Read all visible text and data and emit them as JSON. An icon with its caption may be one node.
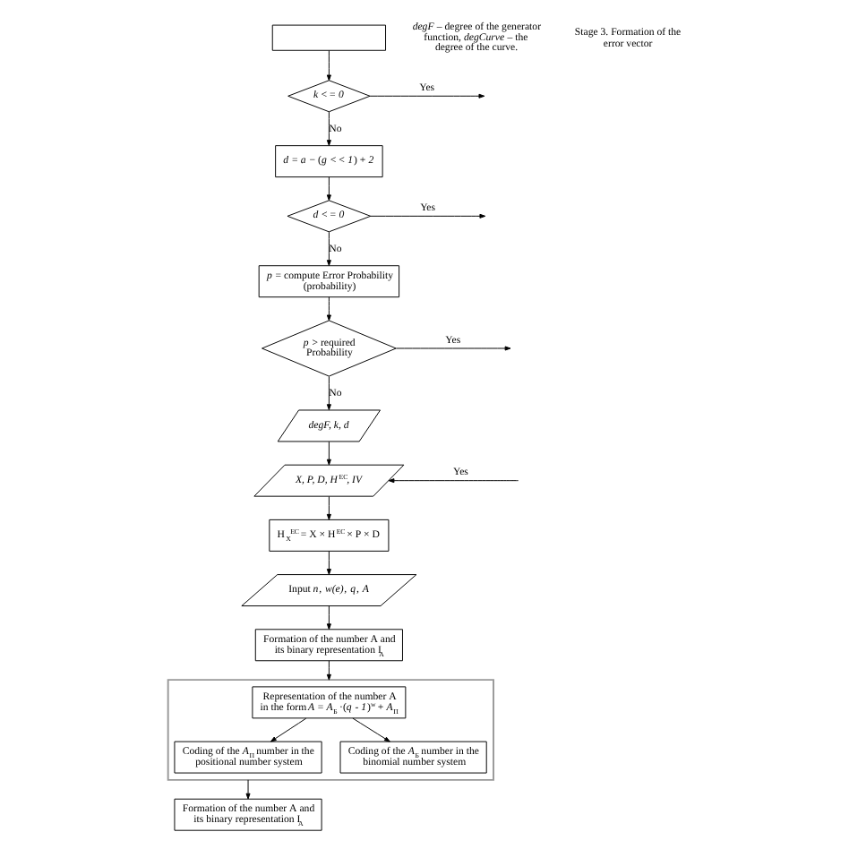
{
  "diagram": {
    "nodes": [
      {
        "text": [],
        "shape": "box"
      },
      {
        "text": [
          "*k* < = *0*"
        ]
      },
      {
        "text": [
          "*d* < = *0*"
        ]
      },
      {
        "text": [
          "*d* = *a* − (*g* < < *1*) + *2*"
        ]
      },
      {
        "text": [
          "*p* = compute Error Probability (probability)"
        ]
      },
      {
        "text": [
          "*p* > required Probability"
        ]
      },
      {
        "text": [
          "*degF, k, d*"
        ]
      },
      {
        "text": [
          "*X, P, D, H*$^{EC}$*, IV*"
        ]
      },
      {
        "text": [
          "H$_{X}$$^{EC}$ = X × H$^{EC}$ × P × D"
        ]
      },
      {
        "text": [
          "Input *n*, *w(e)*, *q*, *A*"
        ]
      },
      {
        "text": [],
        "shape": "box"
      },
      {
        "text": [
          "Formation of the number A and its binary representation I$_{A}$"
        ]
      },
      {
        "text": [
          "Formation of the number A and its binary representation I$_{A}$"
        ]
      },
      {
        "text": [
          "Representation of the number A in the form *A* = *A*$_{Б}$ ·(*q* - *1*)$^{w}$ + *A*$_{П}$"
        ],
        "in": 10
      },
      {
        "text": [
          "Coding of the *A*$_{П}$ number in the positional number system"
        ],
        "in": 10
      },
      {
        "text": [
          "Coding of the *A*$_{Б}$ number in the binomial number system"
        ],
        "in": 10
      }
    ],
    "edges": [
      {
        "from": 0,
        "to": 1,
        "arrow": "to"
      },
      {
        "from": 1,
        "to": null,
        "arrow": "to",
        "label": "Yes"
      },
      {
        "from": 2,
        "to": null,
        "arrow": "to",
        "label": "Yes"
      },
      {
        "from": 1,
        "to": 3,
        "arrow": "to",
        "label": "No"
      },
      {
        "from": 3,
        "to": 2,
        "arrow": "to"
      },
      {
        "from": 2,
        "to": 4,
        "arrow": "to",
        "label": "No"
      },
      {
        "from": 4,
        "to": 5,
        "arrow": "to"
      },
      {
        "from": 5,
        "to": null,
        "arrow": "to",
        "label": "Yes"
      },
      {
        "from": null,
        "to": 7,
        "arrow": "to",
        "label": "Yes"
      },
      {
        "from": 5,
        "to": 6,
        "arrow": "to",
        "label": "No"
      },
      {
        "from": 6,
        "to": 7,
        "arrow": "to"
      },
      {
        "from": 7,
        "to": 8,
        "arrow": "to"
      },
      {
        "from": 8,
        "to": 9,
        "arrow": "to"
      },
      {
        "from": 9,
        "to": 11,
        "arrow": "to"
      },
      {
        "from": 11,
        "to": 10,
        "arrow": "to"
      },
      {
        "from": 10,
        "to": 12,
        "arrow": "to"
      },
      {
        "from": 13,
        "to": 14,
        "arrow": "to"
      },
      {
        "from": 13,
        "to": 15,
        "arrow": "to"
      }
    ],
    "labels": [
      "*degF* – degree of the generator function, *degCurve* – the degree of the curve.",
      "Stage 3. Formation of the error vector"
    ]
  }
}
